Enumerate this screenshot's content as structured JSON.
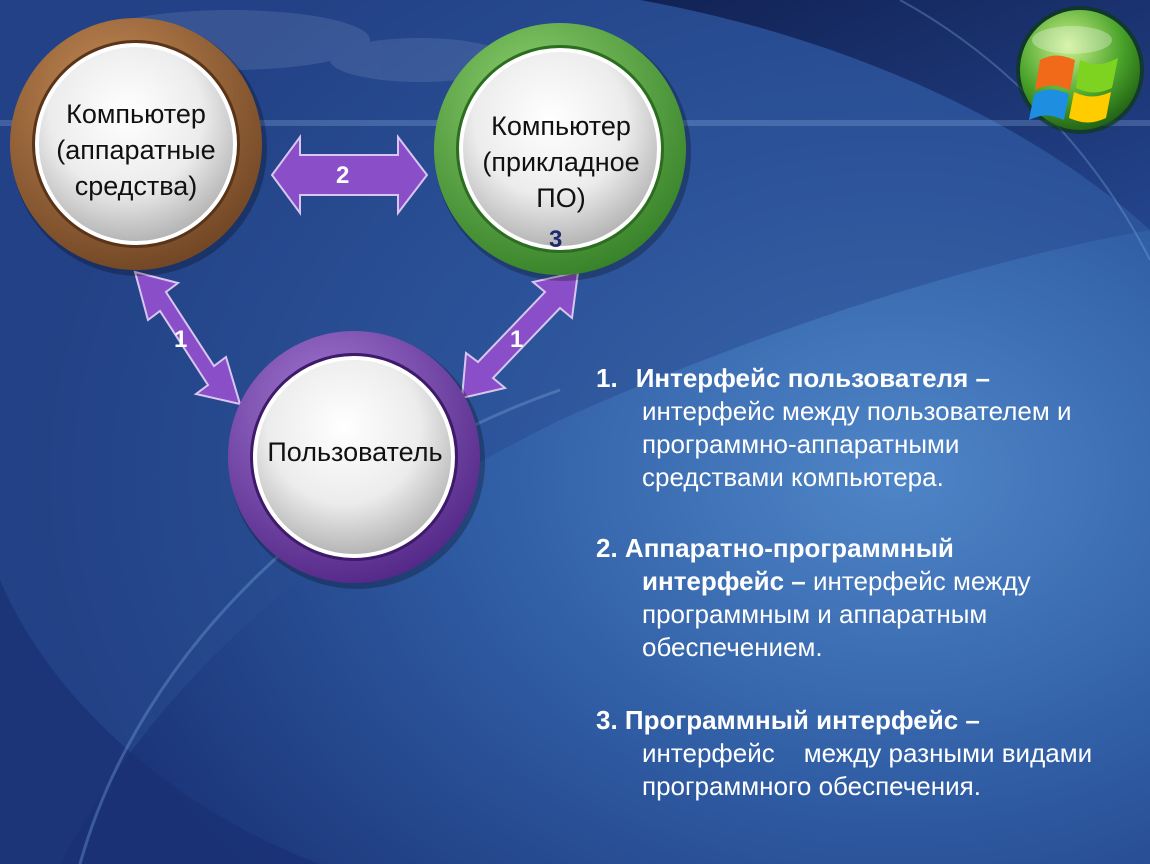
{
  "diagram": {
    "nodes": {
      "hardware": {
        "lines": [
          "Компьютер",
          "(аппаратные",
          "средства)"
        ]
      },
      "software": {
        "lines": [
          "Компьютер",
          "(прикладное",
          "ПО)"
        ],
        "badge": "3"
      },
      "user": {
        "label": "Пользователь"
      }
    },
    "arrows": {
      "hardware_software": "2",
      "user_hardware": "1",
      "user_software": "1"
    }
  },
  "definitions": [
    {
      "num": "1.",
      "term": "Интерфейс пользователя –",
      "lines": [
        "интерфейс  между пользователем и",
        "программно-аппаратными",
        "средствами компьютера."
      ]
    },
    {
      "num": "2.",
      "term_line1": "Аппаратно-программный",
      "term_line2": "интерфейс –",
      "rest_line2": " интерфейс между",
      "lines": [
        "программным и аппаратным",
        "обеспечением."
      ]
    },
    {
      "num": "3.",
      "term": "Программный интерфейс –",
      "lines": [
        "интерфейс    между разными видами",
        "программного обеспечения."
      ]
    }
  ],
  "colors": {
    "background_dark": "#14255c",
    "background_light": "#3f74b8",
    "hardware_ring": "#8a5a32",
    "software_ring": "#4d9a3a",
    "user_ring": "#6b3aa0",
    "arrow": "#8a4ec8"
  },
  "logo": {
    "icon": "windows-logo-icon"
  }
}
